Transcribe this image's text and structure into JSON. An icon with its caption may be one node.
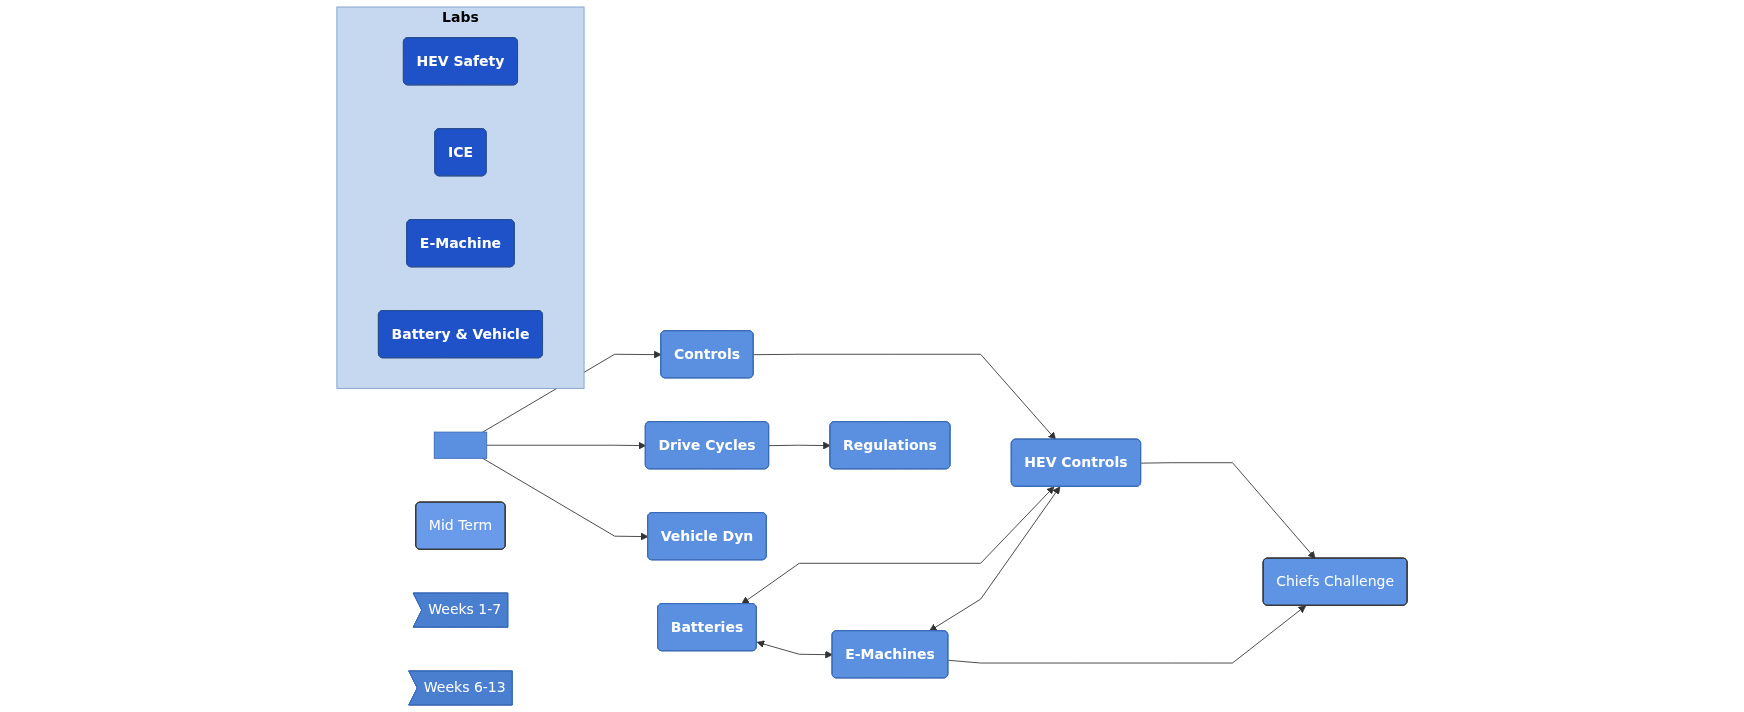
{
  "diagram": {
    "nodes": [
      {
        "text": [],
        "shape": "box"
      },
      {
        "text": [
          "Controls"
        ]
      },
      {
        "text": [
          "HEV Controls"
        ]
      },
      {
        "text": [
          "Vehicle Dyn"
        ]
      },
      {
        "text": [
          "Drive Cycles"
        ]
      },
      {
        "text": [
          "Regulations"
        ]
      },
      {
        "text": [
          "Mid Term"
        ]
      },
      {
        "text": [
          "Batteries"
        ]
      },
      {
        "text": [
          "E-Machines"
        ]
      },
      {
        "text": [
          "Chiefs Challenge"
        ]
      },
      {
        "text": [
          "Weeks 1-7"
        ]
      },
      {
        "text": [
          "Weeks 6-13"
        ]
      },
      {
        "text": [
          "Labs"
        ]
      },
      {
        "text": [
          "HEV Safety"
        ],
        "in": 12
      },
      {
        "text": [
          "ICE"
        ],
        "in": 12
      },
      {
        "text": [
          "E-Machine"
        ],
        "in": 12
      },
      {
        "text": [
          "Battery & Vehicle"
        ],
        "in": 12
      }
    ],
    "edges": [
      {
        "from": 0,
        "to": 1,
        "arrow": "to"
      },
      {
        "from": 1,
        "to": 2,
        "arrow": "to"
      },
      {
        "from": 0,
        "to": 3,
        "arrow": "to"
      },
      {
        "from": 0,
        "to": 4,
        "arrow": "to"
      },
      {
        "from": 4,
        "to": 5,
        "arrow": "to"
      },
      {
        "from": 7,
        "to": 2,
        "arrow": "both"
      },
      {
        "from": 8,
        "to": 2,
        "arrow": "both"
      },
      {
        "from": 7,
        "to": 8,
        "arrow": "both"
      },
      {
        "from": 2,
        "to": 9,
        "arrow": "to"
      },
      {
        "from": 8,
        "to": 9,
        "arrow": "to"
      }
    ]
  }
}
